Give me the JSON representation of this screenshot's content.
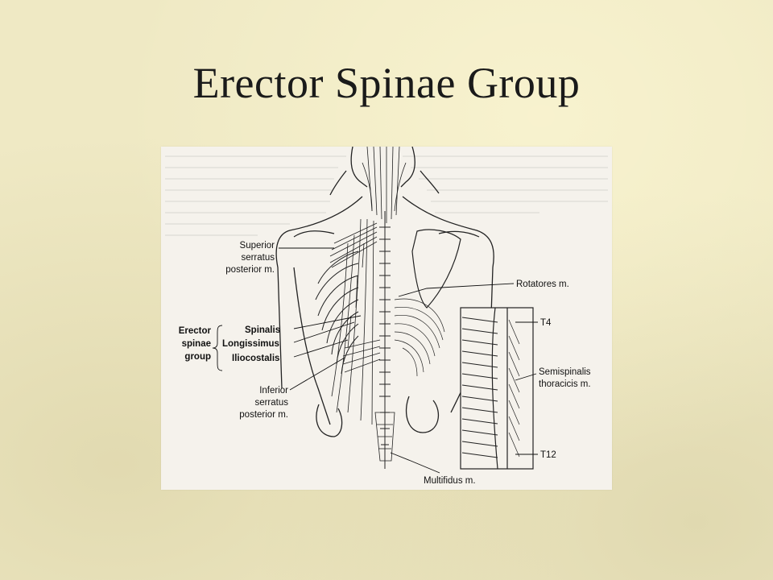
{
  "title": "Erector Spinae Group",
  "diagram": {
    "labels": {
      "superior_serratus": [
        "Superior",
        "serratus",
        "posterior m."
      ],
      "rotatores": "Rotatores m.",
      "erector_group": [
        "Erector",
        "spinae",
        "group"
      ],
      "spinalis": "Spinalis",
      "longissimus": "Longissimus",
      "iliocostalis": "Iliocostalis",
      "inferior_serratus": [
        "Inferior",
        "serratus",
        "posterior m."
      ],
      "t4": "T4",
      "semispinalis": [
        "Semispinalis",
        "thoracicis m."
      ],
      "t12": "T12",
      "multifidus": "Multifidus m."
    }
  }
}
